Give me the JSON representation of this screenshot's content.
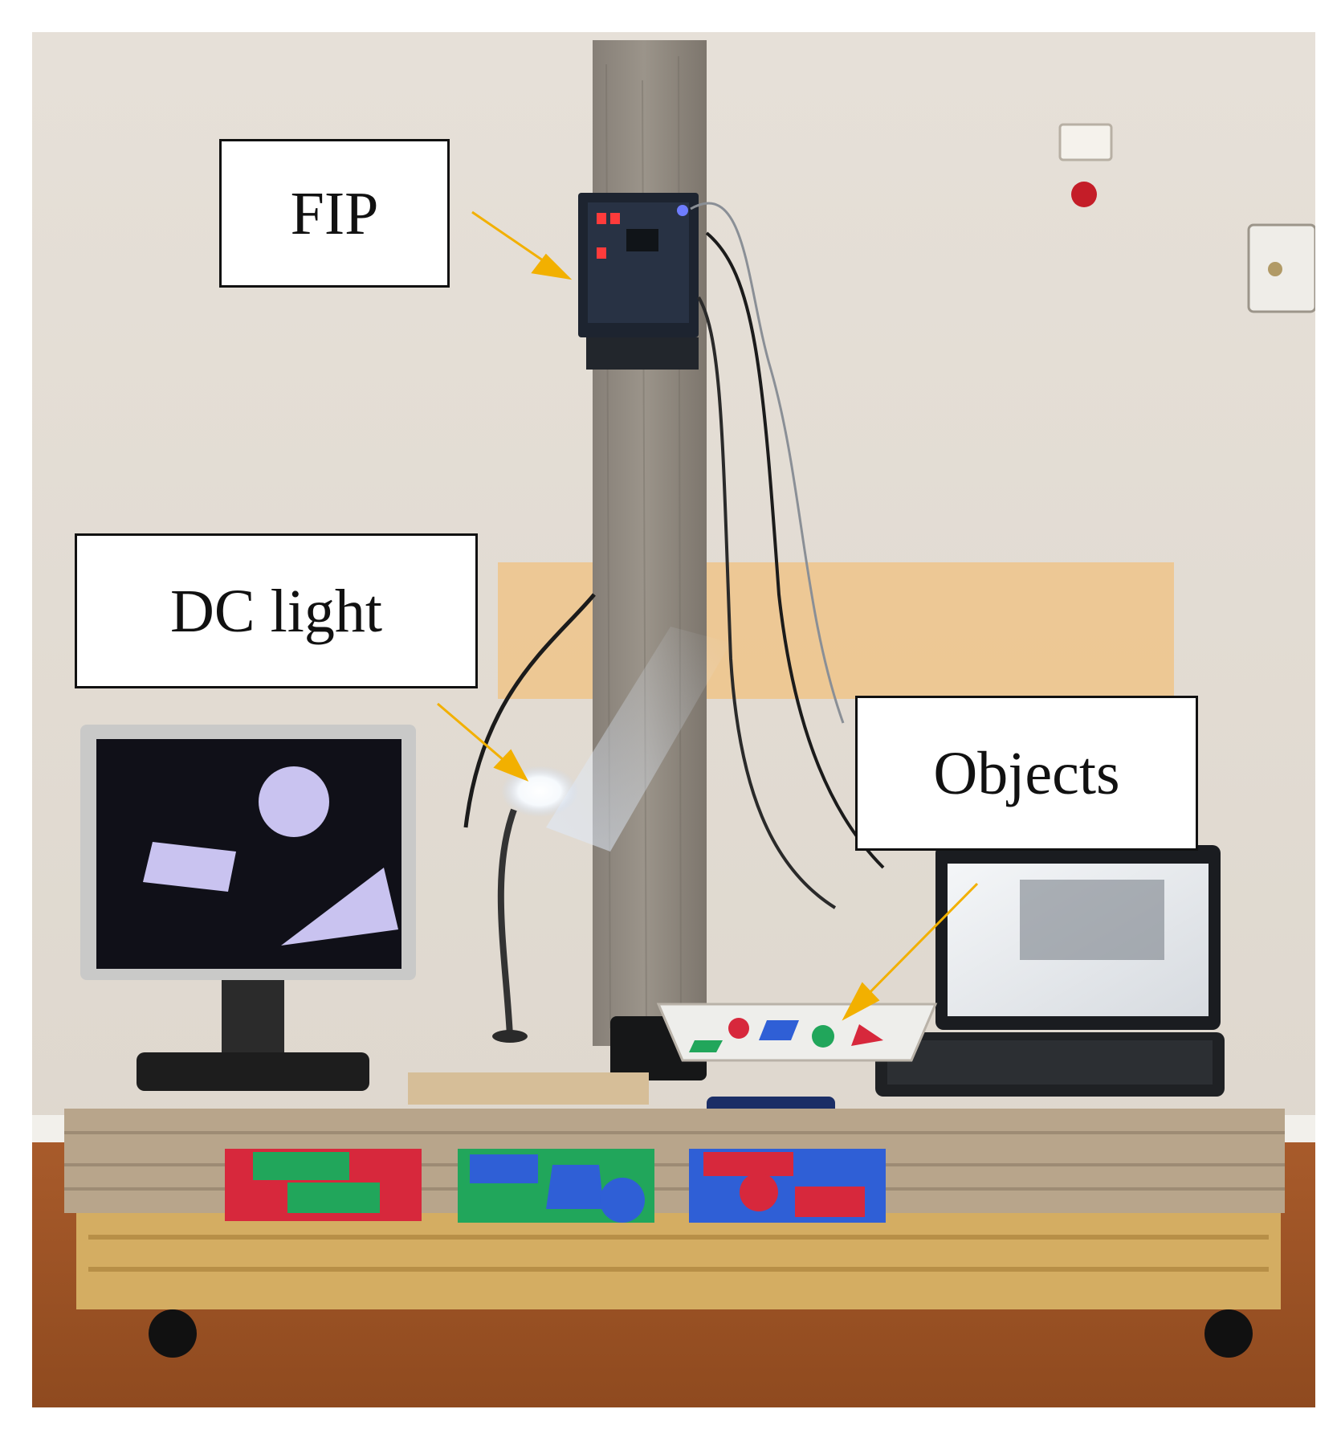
{
  "callouts": {
    "fip": "FIP",
    "dc_light": "DC light",
    "objects": "Objects"
  },
  "colors": {
    "arrow": "#f2b000",
    "wall": "#e7e2da",
    "post": "#8e877d",
    "pallet": "#b8a58b",
    "shape_red": "#d7283c",
    "shape_green": "#21a65b",
    "shape_blue": "#2f5fd6",
    "monitor_shape": "#c9c3f0"
  }
}
